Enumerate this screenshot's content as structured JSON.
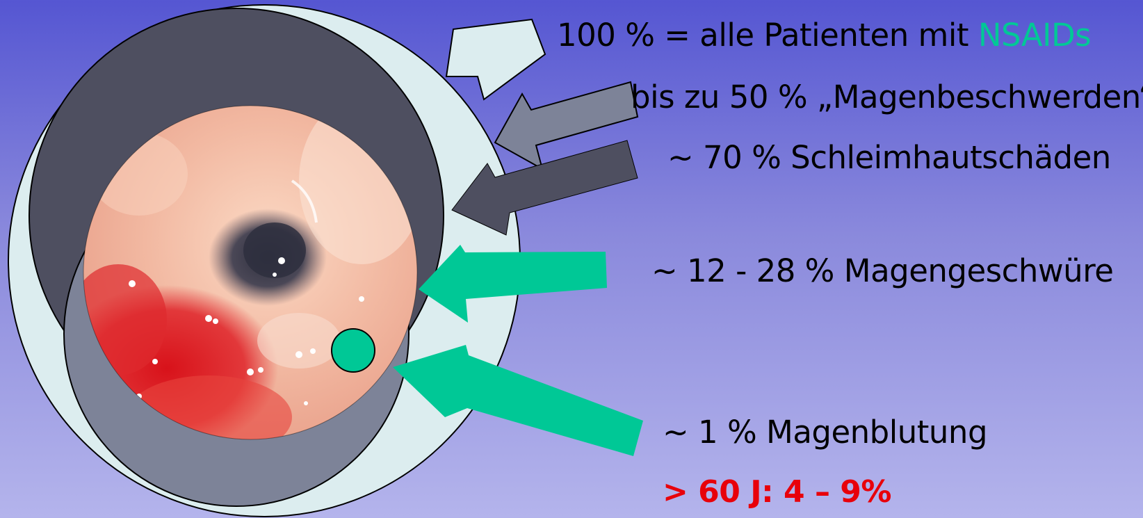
{
  "colors": {
    "background_top": "#5556d2",
    "background_bottom": "#b4b4ec",
    "outer_circle": "#dcedef",
    "dark_circle": "#4e4f60",
    "mid_circle": "#7d8398",
    "accent_green": "#00c896",
    "highlight_red": "#e8000a"
  },
  "labels": {
    "all_patients_prefix": "100 % = alle Patienten mit ",
    "all_patients_accent": "NSAIDs",
    "stomach_complaints": "bis zu 50 % „Magenbeschwerden“",
    "mucosal_damage": "~ 70 % Schleimhautschäden",
    "ulcers": "~ 12 - 28 % Magengeschwüre",
    "bleeding": "~ 1 % Magenblutung",
    "age_risk": "> 60 J: 4 – 9%"
  },
  "icons": {
    "arrow_all": "arrow-icon",
    "arrow_complaints": "arrow-icon",
    "arrow_mucosa": "arrow-icon",
    "arrow_ulcer": "arrow-icon",
    "arrow_bleeding": "arrow-icon",
    "endoscopy_photo": "endoscopy-image",
    "bleeding_marker": "marker-dot-icon"
  }
}
